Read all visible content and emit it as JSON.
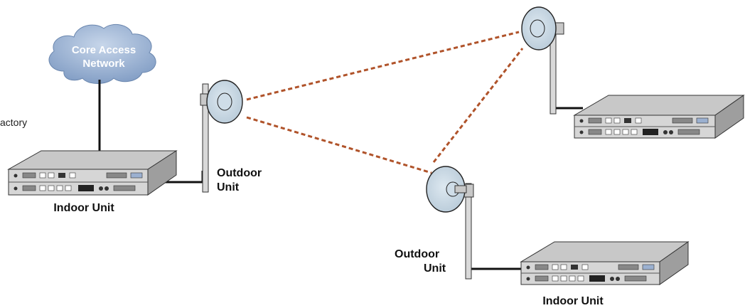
{
  "cloud": {
    "line1": "Core Access",
    "line2": "Network"
  },
  "side_text": "actory",
  "labels": {
    "indoor_unit_left": "Indoor Unit",
    "outdoor_unit_left_1": "Outdoor",
    "outdoor_unit_left_2": "Unit",
    "outdoor_unit_mid_1": "Outdoor",
    "outdoor_unit_mid_2": "Unit",
    "indoor_unit_bottom": "Indoor Unit"
  },
  "colors": {
    "link": "#b0532a",
    "cloud": "#8ea8cc",
    "dish": "#c9d8e4",
    "pole": "#d9d9d9",
    "chassis_top": "#c8c8c8",
    "chassis_front": "#d6d6d6"
  }
}
